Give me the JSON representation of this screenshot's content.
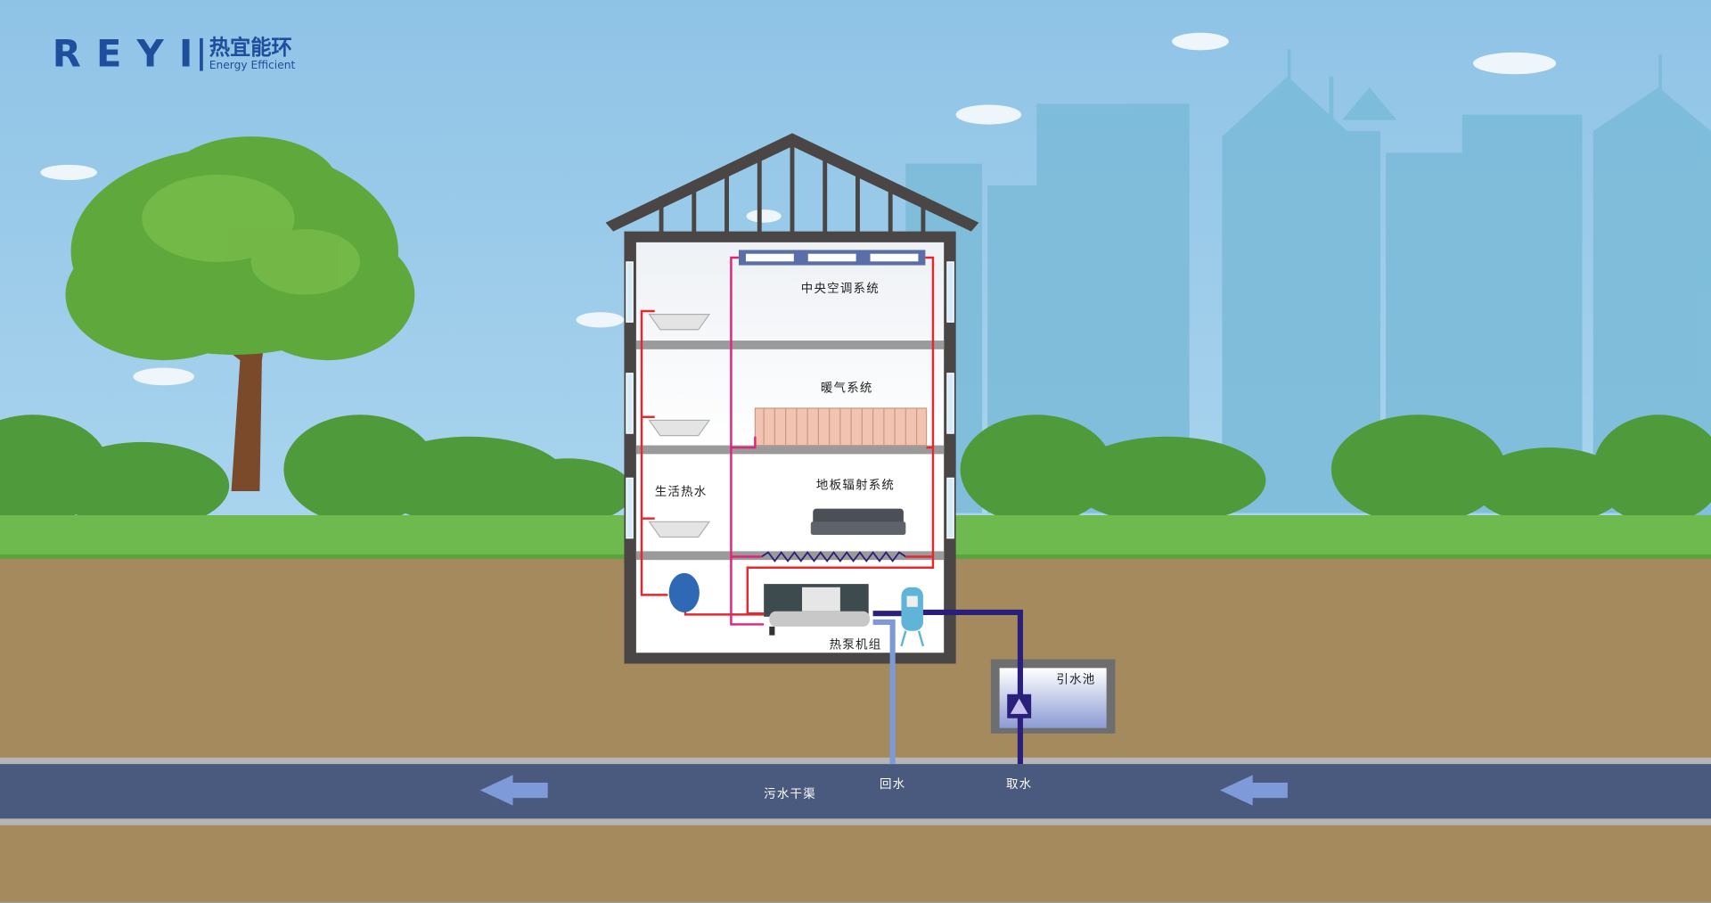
{
  "logo": {
    "brand": "REYI",
    "cn": "热宜能环",
    "en": "Energy Efficient"
  },
  "labels": {
    "ac": "中央空调系统",
    "heating": "暖气系统",
    "floor": "地板辐射系统",
    "hot_water": "生活热水",
    "heat_pump": "热泵机组",
    "pool": "引水池",
    "sewer": "污水干渠",
    "return": "回水",
    "intake": "取水"
  },
  "colors": {
    "sky": "#8fc3e6",
    "grass": "#6fba4f",
    "soil": "#a58a5e",
    "sewer": "#4a5a7e",
    "hot": "#e8262e",
    "magenta": "#e0247a",
    "cold": "#2a1f7a",
    "return": "#7d9ad6"
  }
}
